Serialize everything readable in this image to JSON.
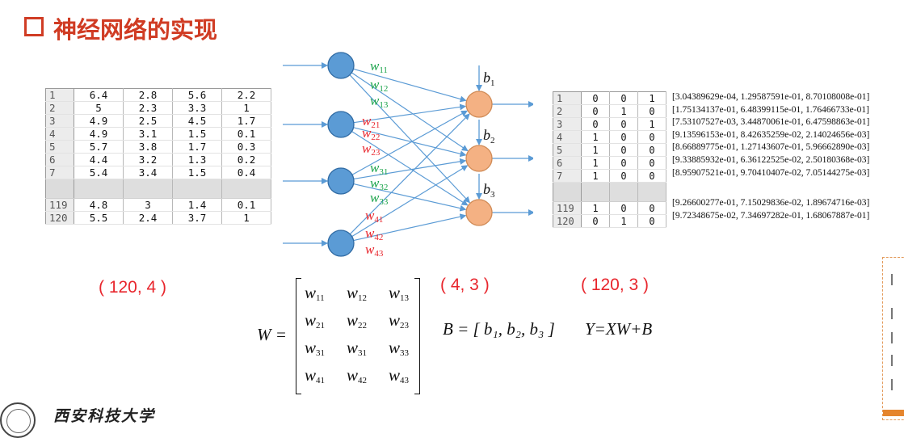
{
  "slide": {
    "title": "神经网络的实现",
    "shape_x": "( 120, 4 )",
    "shape_w": "( 4, 3 )",
    "shape_y": "( 120, 3 )",
    "university": "西安科技大学"
  },
  "x_table": {
    "rows": [
      {
        "idx": "1",
        "values": [
          "6.4",
          "2.8",
          "5.6",
          "2.2"
        ]
      },
      {
        "idx": "2",
        "values": [
          "5",
          "2.3",
          "3.3",
          "1"
        ]
      },
      {
        "idx": "3",
        "values": [
          "4.9",
          "2.5",
          "4.5",
          "1.7"
        ]
      },
      {
        "idx": "4",
        "values": [
          "4.9",
          "3.1",
          "1.5",
          "0.1"
        ]
      },
      {
        "idx": "5",
        "values": [
          "5.7",
          "3.8",
          "1.7",
          "0.3"
        ]
      },
      {
        "idx": "6",
        "values": [
          "4.4",
          "3.2",
          "1.3",
          "0.2"
        ]
      },
      {
        "idx": "7",
        "values": [
          "5.4",
          "3.4",
          "1.5",
          "0.4"
        ]
      }
    ],
    "tail": [
      {
        "idx": "119",
        "values": [
          "4.8",
          "3",
          "1.4",
          "0.1"
        ]
      },
      {
        "idx": "120",
        "values": [
          "5.5",
          "2.4",
          "3.7",
          "1"
        ]
      }
    ]
  },
  "y_table": {
    "rows": [
      {
        "idx": "1",
        "values": [
          "0",
          "0",
          "1"
        ]
      },
      {
        "idx": "2",
        "values": [
          "0",
          "1",
          "0"
        ]
      },
      {
        "idx": "3",
        "values": [
          "0",
          "0",
          "1"
        ]
      },
      {
        "idx": "4",
        "values": [
          "1",
          "0",
          "0"
        ]
      },
      {
        "idx": "5",
        "values": [
          "1",
          "0",
          "0"
        ]
      },
      {
        "idx": "6",
        "values": [
          "1",
          "0",
          "0"
        ]
      },
      {
        "idx": "7",
        "values": [
          "1",
          "0",
          "0"
        ]
      }
    ],
    "tail": [
      {
        "idx": "119",
        "values": [
          "1",
          "0",
          "0"
        ]
      },
      {
        "idx": "120",
        "values": [
          "0",
          "1",
          "0"
        ]
      }
    ]
  },
  "probabilities": {
    "rows": [
      "[3.04389629e-04, 1.29587591e-01, 8.70108008e-01]",
      "[1.75134137e-01, 6.48399115e-01, 1.76466733e-01]",
      "[7.53107527e-03, 3.44870061e-01, 6.47598863e-01]",
      "[9.13596153e-01, 8.42635259e-02, 2.14024656e-03]",
      "[8.66889775e-01, 1.27143607e-01, 5.96662890e-03]",
      "[9.33885932e-01, 6.36122525e-02, 2.50180368e-03]",
      "[8.95907521e-01, 9.70410407e-02, 7.05144275e-03]"
    ],
    "tail": [
      "[9.26600277e-01, 7.15029836e-02, 1.89674716e-03]",
      "[9.72348675e-02, 7.34697282e-01, 1.68067887e-01]"
    ]
  },
  "network": {
    "weight_labels": [
      {
        "text": "w",
        "sub": "11",
        "color": "#1aa34a"
      },
      {
        "text": "w",
        "sub": "12",
        "color": "#1aa34a"
      },
      {
        "text": "w",
        "sub": "13",
        "color": "#1aa34a"
      },
      {
        "text": "w",
        "sub": "21",
        "color": "#e8262d"
      },
      {
        "text": "w",
        "sub": "22",
        "color": "#e8262d"
      },
      {
        "text": "w",
        "sub": "23",
        "color": "#e8262d"
      },
      {
        "text": "w",
        "sub": "31",
        "color": "#1aa34a"
      },
      {
        "text": "w",
        "sub": "32",
        "color": "#1aa34a"
      },
      {
        "text": "w",
        "sub": "33",
        "color": "#1aa34a"
      },
      {
        "text": "w",
        "sub": "41",
        "color": "#e8262d"
      },
      {
        "text": "w",
        "sub": "42",
        "color": "#e8262d"
      },
      {
        "text": "w",
        "sub": "43",
        "color": "#e8262d"
      }
    ],
    "bias_labels": [
      {
        "text": "b",
        "sub": "1"
      },
      {
        "text": "b",
        "sub": "2"
      },
      {
        "text": "b",
        "sub": "3"
      }
    ],
    "colors": {
      "input_node": "#5b9bd5",
      "output_node": "#f4b183",
      "edge": "#5b9bd5"
    }
  },
  "formulas": {
    "w_prefix": "W =",
    "w_matrix": [
      [
        {
          "t": "w",
          "s": "11"
        },
        {
          "t": "w",
          "s": "12"
        },
        {
          "t": "w",
          "s": "13"
        }
      ],
      [
        {
          "t": "w",
          "s": "21"
        },
        {
          "t": "w",
          "s": "22"
        },
        {
          "t": "w",
          "s": "23"
        }
      ],
      [
        {
          "t": "w",
          "s": "31"
        },
        {
          "t": "w",
          "s": "31"
        },
        {
          "t": "w",
          "s": "33"
        }
      ],
      [
        {
          "t": "w",
          "s": "41"
        },
        {
          "t": "w",
          "s": "42"
        },
        {
          "t": "w",
          "s": "43"
        }
      ]
    ],
    "b_vector": "B = [ b₁, b₂, b₃ ]",
    "y_eq": "Y=XW+B"
  }
}
